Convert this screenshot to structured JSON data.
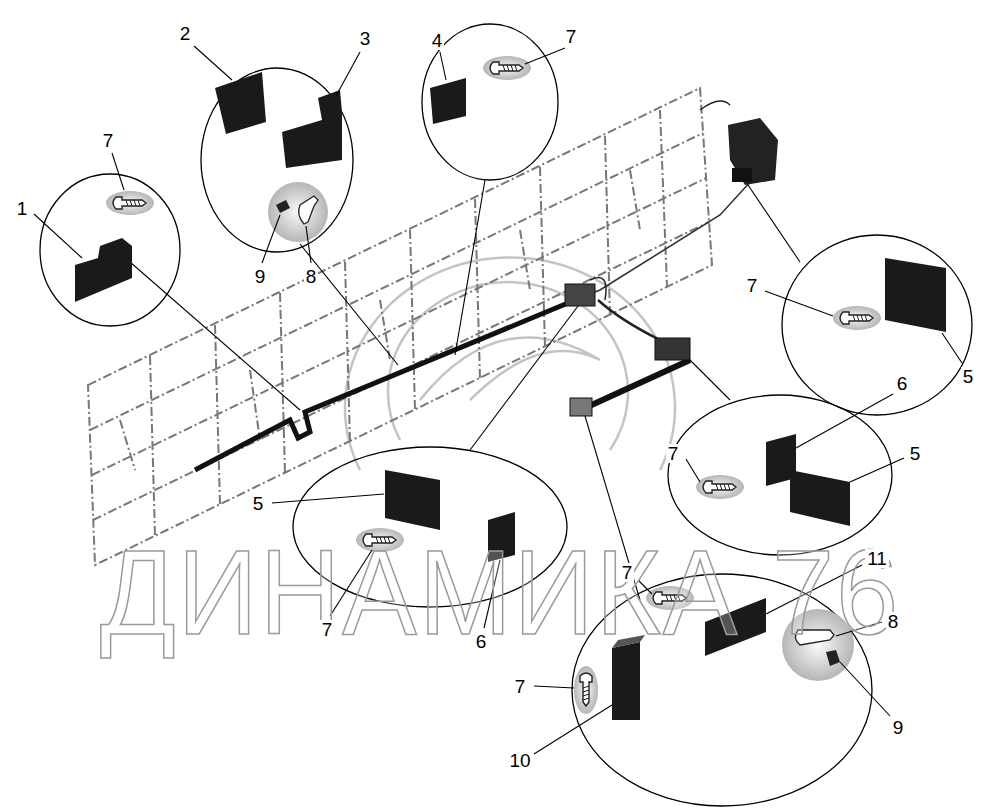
{
  "diagram": {
    "labels": [
      "2",
      "3",
      "4",
      "7",
      "7",
      "1",
      "9",
      "8",
      "7",
      "5",
      "6",
      "7",
      "5",
      "5",
      "7",
      "11",
      "8",
      "7",
      "6",
      "7",
      "9",
      "10",
      "ДИНАМИКА 76"
    ]
  }
}
